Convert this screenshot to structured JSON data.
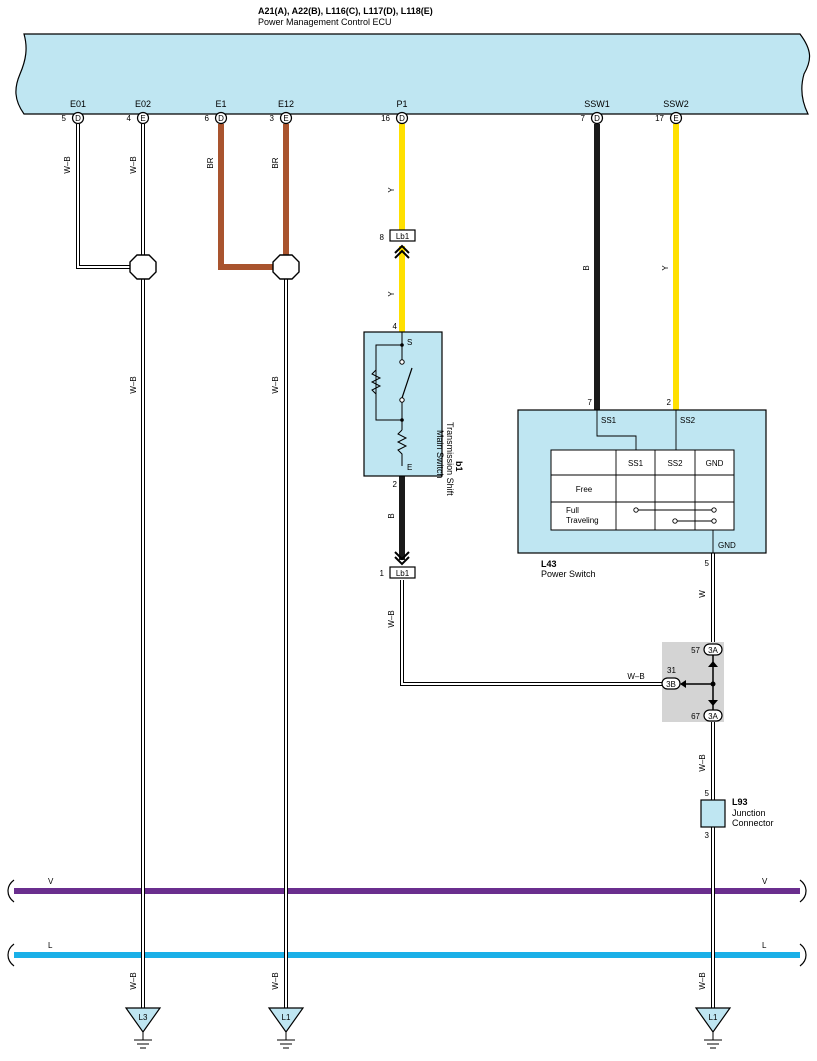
{
  "ecu": {
    "codes": "A21(A), A22(B), L116(C), L117(D), L118(E)",
    "name": "Power Management Control ECU",
    "terminals": [
      {
        "name": "E01",
        "pin": "5",
        "conn": "D"
      },
      {
        "name": "E02",
        "pin": "4",
        "conn": "E"
      },
      {
        "name": "E1",
        "pin": "6",
        "conn": "D"
      },
      {
        "name": "E12",
        "pin": "3",
        "conn": "E"
      },
      {
        "name": "P1",
        "pin": "16",
        "conn": "D"
      },
      {
        "name": "SSW1",
        "pin": "7",
        "conn": "D"
      },
      {
        "name": "SSW2",
        "pin": "17",
        "conn": "E"
      }
    ]
  },
  "wires": {
    "e01": "W–B",
    "e02": "W–B",
    "e1": "BR",
    "e12": "BR",
    "p1_top": "Y",
    "p1_mid": "Y",
    "b1_out": "B",
    "lb1_out": "W–B",
    "ssw1": "B",
    "ssw2": "Y",
    "gnd_out": "W",
    "j3b": "W–B",
    "j3a_out": "W–B",
    "left_a": "W–B",
    "left_b": "W–B",
    "left_a_low": "W–B",
    "left_b_low": "W–B",
    "right_low": "W–B"
  },
  "colors": {
    "ecu_fill": "#bfe6f2",
    "brown": "#a9542e",
    "yellow": "#ffe000",
    "black": "#1a1a1a",
    "violet": "#6a2e8e",
    "blue": "#1ab0e8",
    "junction_bg": "#d4d4d4"
  },
  "connectors": {
    "lb1_top": {
      "pin": "8",
      "label": "Lb1"
    },
    "lb1_bottom": {
      "pin": "1",
      "label": "Lb1"
    }
  },
  "b1": {
    "code": "b1",
    "name_line1": "Transmission Shift",
    "name_line2": "Main Switch",
    "pin_in": "4",
    "pin_out": "2",
    "term_s": "S",
    "term_e": "E"
  },
  "l43": {
    "code": "L43",
    "name": "Power Switch",
    "pin_ss1": "7",
    "pin_ss2": "2",
    "pin_gnd": "5",
    "term_ss1": "SS1",
    "term_ss2": "SS2",
    "term_gnd": "GND",
    "table_headers": [
      "SS1",
      "SS2",
      "GND"
    ],
    "row_free": "Free",
    "row_full_1": "Full",
    "row_full_2": "Traveling"
  },
  "junction": {
    "top_pin": "57",
    "top_label": "3A",
    "mid_pin": "31",
    "mid_label": "3B",
    "bottom_pin": "67",
    "bottom_label": "3A"
  },
  "l93": {
    "code": "L93",
    "name_line1": "Junction",
    "name_line2": "Connector",
    "pin_in": "5",
    "pin_out": "3"
  },
  "buses": {
    "v_left": "V",
    "v_right": "V",
    "l_left": "L",
    "l_right": "L"
  },
  "grounds": {
    "g1": "L3",
    "g2": "L1",
    "g3": "L1"
  }
}
